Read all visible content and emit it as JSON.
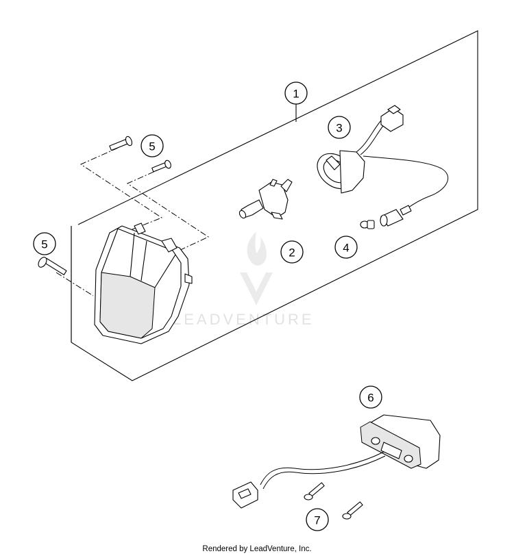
{
  "callouts": [
    {
      "id": "1",
      "label": "1"
    },
    {
      "id": "2",
      "label": "2"
    },
    {
      "id": "3",
      "label": "3"
    },
    {
      "id": "4",
      "label": "4"
    },
    {
      "id": "5a",
      "label": "5"
    },
    {
      "id": "5b",
      "label": "5"
    },
    {
      "id": "6",
      "label": "6"
    },
    {
      "id": "7",
      "label": "7"
    }
  ],
  "watermark": {
    "text": "LEADVENTURE"
  },
  "footer": {
    "text": "Rendered by LeadVenture, Inc."
  },
  "colors": {
    "line": "#000000",
    "background": "#ffffff",
    "watermark": "#e2e2e2"
  }
}
